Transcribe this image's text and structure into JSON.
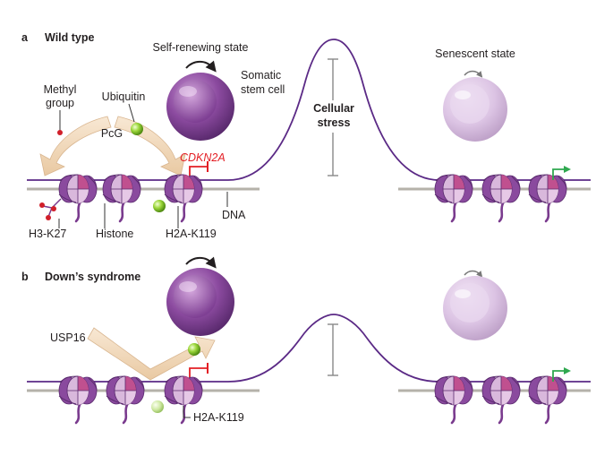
{
  "panel_a": {
    "letter": "a",
    "title": "Wild type",
    "self_renewing": "Self-renewing state",
    "somatic_line1": "Somatic",
    "somatic_line2": "stem cell",
    "methyl_line1": "Methyl",
    "methyl_line2": "group",
    "ubiquitin": "Ubiquitin",
    "pcg": "PcG",
    "cdkn2a": "CDKN2A",
    "dna": "DNA",
    "h3k27": "H3-K27",
    "histone": "Histone",
    "h2ak119": "H2A-K119",
    "stress_line1": "Cellular",
    "stress_line2": "stress",
    "senescent": "Senescent state"
  },
  "panel_b": {
    "letter": "b",
    "title": "Down’s syndrome",
    "usp16": "USP16",
    "h2ak119": "H2A-K119"
  },
  "colors": {
    "dna_line": "#5b2a86",
    "dna_gray": "#b5b2aa",
    "nucleosome_dark": "#7a3b8e",
    "nucleosome_light": "#d9b8dc",
    "nucleosome_pink": "#c0508f",
    "cell_purple": "#8a4a9e",
    "cell_senescent": "#dcc4e4",
    "arrow_fill": "#f3dcc0",
    "ubiquitin_green": "#7fc41c",
    "repression_red": "#e31e24",
    "activation_green": "#2fa84f"
  },
  "icons": [
    "nucleosome-icon",
    "stem-cell-icon",
    "ubiquitin-icon",
    "methyl-group-icon",
    "repression-arrow-icon",
    "activation-arrow-icon",
    "rotation-arrow-icon"
  ]
}
